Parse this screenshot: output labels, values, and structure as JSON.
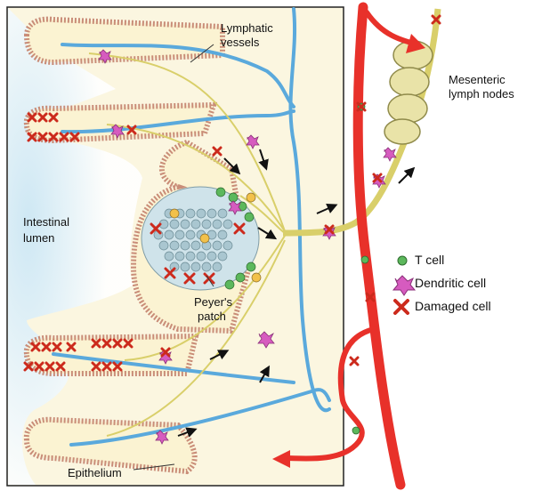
{
  "labels": {
    "lymphatic_vessels": [
      "Lymphatic",
      "vessels"
    ],
    "mesenteric_lymph_nodes": [
      "Mesenteric",
      "lymph nodes"
    ],
    "intestinal_lumen": [
      "Intestinal",
      "lumen"
    ],
    "peyers_patch": [
      "Peyer's",
      "patch"
    ],
    "epithelium": "Epithelium"
  },
  "legend": {
    "t_cell": "T cell",
    "dendritic_cell": "Dendritic cell",
    "damaged_cell": "Damaged cell"
  },
  "colors": {
    "lymph_vessel": "#5aa9dc",
    "blood_vessel": "#e8312a",
    "mucosa": "#fbf3d2",
    "lumen": "#dbeef8",
    "epithelium": "#e8b9a8",
    "lymph_node": "#e9e3a8",
    "dendritic_cell": "#d65bbf",
    "t_cell": "#5cb85c",
    "damaged_mark": "#cc2a1c",
    "arrow": "#111111"
  }
}
